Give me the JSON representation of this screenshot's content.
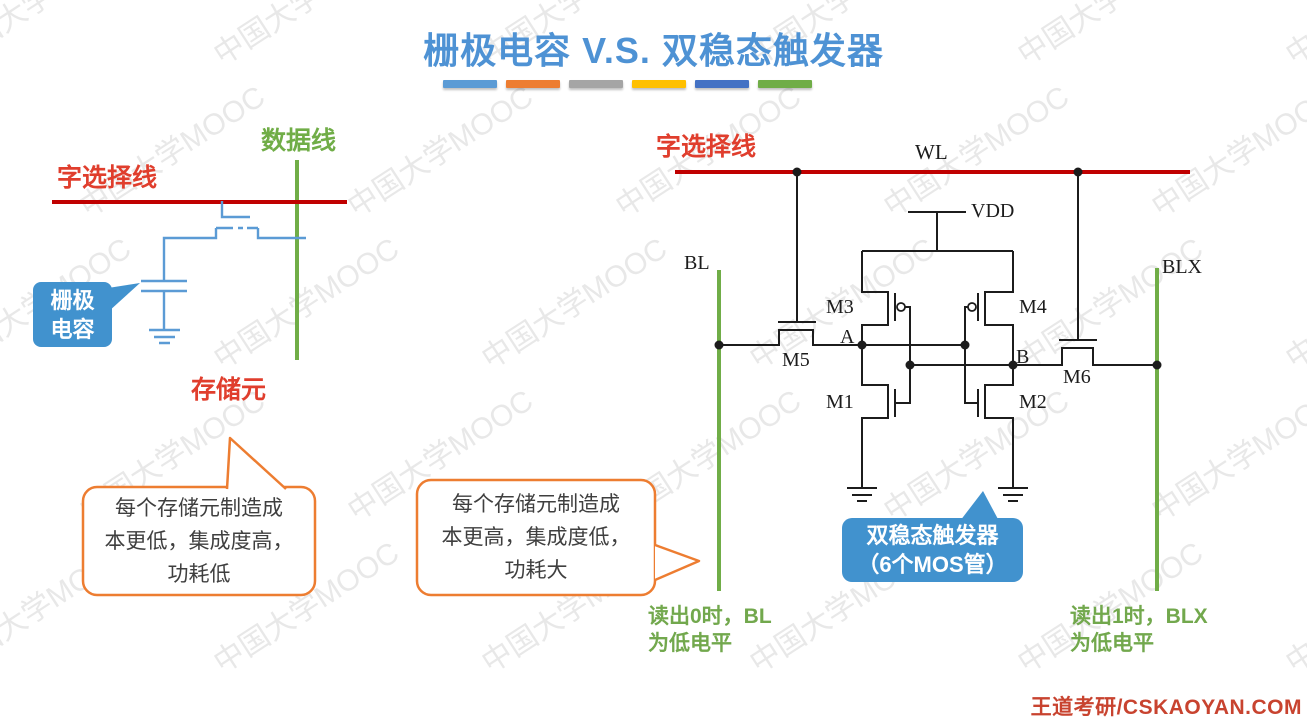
{
  "title": {
    "text": "栅极电容 V.S. 双稳态触发器",
    "accent_bars": [
      "#5B9BD5",
      "#ED7D31",
      "#A5A5A5",
      "#FFC000",
      "#4472C4",
      "#70AD47"
    ]
  },
  "watermark": {
    "text": "中国大学MOOC"
  },
  "left_diagram": {
    "data_line_label": "数据线",
    "word_line_label": "字选择线",
    "cell_label": "存储元",
    "capacitor_callout": "栅极\n电容",
    "cost_callout": "每个存储元制造成\n本更低，集成度高，\n功耗低"
  },
  "right_diagram": {
    "word_line_label": "字选择线",
    "wl_label": "WL",
    "vdd_label": "VDD",
    "bl_label": "BL",
    "blx_label": "BLX",
    "node_a": "A",
    "node_b": "B",
    "m1": "M1",
    "m2": "M2",
    "m3": "M3",
    "m4": "M4",
    "m5": "M5",
    "m6": "M6",
    "flipflop_callout": "双稳态触发器\n（6个MOS管）",
    "cost_callout": "每个存储元制造成\n本更高，集成度低，\n功耗大",
    "read0_note": "读出0时，BL\n为低电平",
    "read1_note": "读出1时，BLX\n为低电平"
  },
  "footer": {
    "text": "王道考研/CSKAOYAN.COM"
  },
  "colors": {
    "title_blue": "#4E92D4",
    "line_red": "#C00000",
    "label_red": "#E03E2D",
    "line_green": "#70AD47",
    "note_green": "#72A84D",
    "dram_blue": "#5B9BD5",
    "callout_blue": "#4192CE",
    "callout_orange": "#ED7D31",
    "callout_text": "#3F3F3F",
    "footer_red": "#C8432F",
    "ink": "#1C1C1C"
  }
}
